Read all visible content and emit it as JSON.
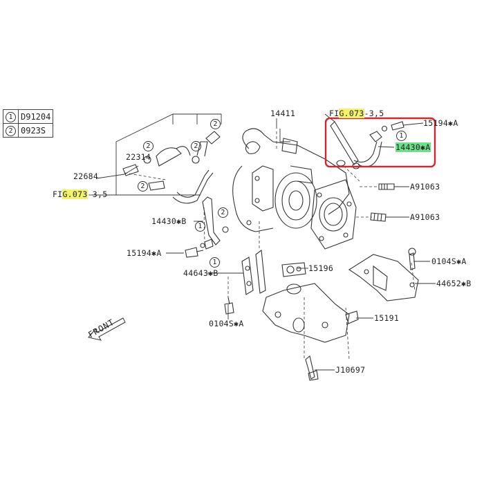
{
  "legend": [
    {
      "num": "1",
      "code": "D91204"
    },
    {
      "num": "2",
      "code": "0923S"
    }
  ],
  "labels": {
    "part_14411": "14411",
    "fig_top": {
      "pre": "FI",
      "hl": "G.073",
      "post": "-3,5"
    },
    "fig_left": {
      "pre": "FI",
      "hl": "G.073",
      "post": "-3,5"
    },
    "part_15194a_top": "15194✱A",
    "part_14430a": "14430✱A",
    "part_22314": "22314",
    "part_22684": "22684",
    "part_a91063_1": "A91063",
    "part_a91063_2": "A91063",
    "part_14430b": "14430✱B",
    "part_15194a_left": "15194✱A",
    "part_15196": "15196",
    "part_44643b": "44643✱B",
    "part_0104sa_right": "0104S✱A",
    "part_44652b": "44652✱B",
    "part_0104sa_bottom": "0104S✱A",
    "part_15191": "15191",
    "part_j10697": "J10697",
    "front": "FRONT"
  },
  "callouts": {
    "c1": "1",
    "c2": "2",
    "c3": "2",
    "c4": "2",
    "c5": "2",
    "c6": "2",
    "c7": "1",
    "c8": "1"
  },
  "colors": {
    "highlight_yellow": "#f3f36a",
    "highlight_green": "#6fe08a",
    "frame_red": "#d0262f"
  }
}
